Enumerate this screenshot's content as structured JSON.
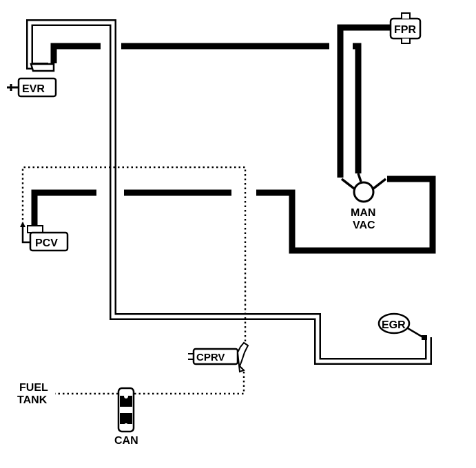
{
  "components": {
    "evr": "EVR",
    "fpr": "FPR",
    "man_line1": "MAN",
    "man_line2": "VAC",
    "pcv": "PCV",
    "egr": "EGR",
    "cprv": "CPRV",
    "fuel_line1": "FUEL",
    "fuel_line2": "TANK",
    "can": "CAN"
  },
  "colors": {
    "ink": "#000000",
    "paper": "#ffffff"
  }
}
